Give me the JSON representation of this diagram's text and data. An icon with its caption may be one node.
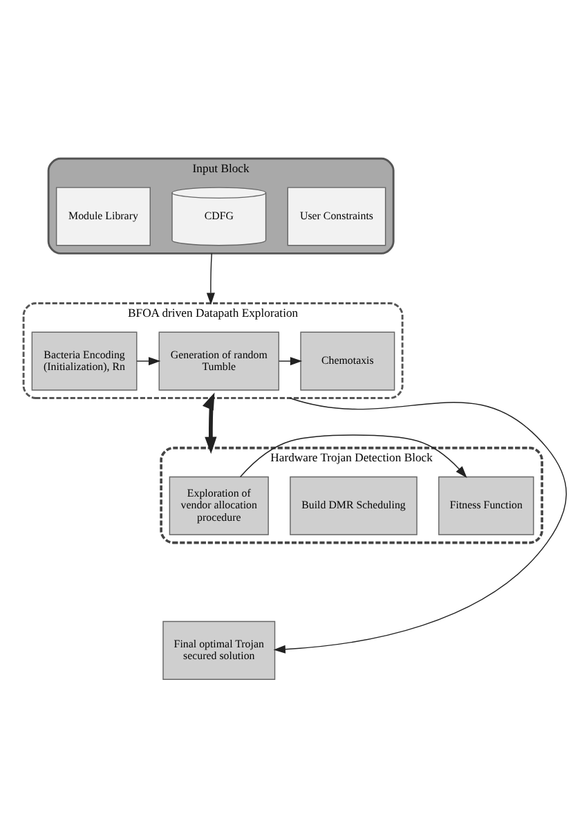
{
  "diagram": {
    "nodes": [
      {
        "text": [
          "Input Block"
        ]
      },
      {
        "text": [
          "Module Library"
        ],
        "in": 0
      },
      {
        "text": [
          "CDFG"
        ],
        "in": 0
      },
      {
        "text": [
          "User Constraints"
        ],
        "in": 0
      },
      {
        "text": [
          "BFOA driven Datapath Exploration"
        ]
      },
      {
        "text": [
          "Bacteria Encoding (Initialization), Rn"
        ],
        "in": 4
      },
      {
        "text": [
          "Generation of random Tumble"
        ],
        "in": 4
      },
      {
        "text": [
          "Chemotaxis"
        ],
        "in": 4
      },
      {
        "text": [
          "Hardware Trojan Detection Block"
        ]
      },
      {
        "text": [
          "Fitness Function"
        ],
        "in": 8
      },
      {
        "text": [
          "Exploration of vendor allocation procedure"
        ],
        "in": 8
      },
      {
        "text": [
          "Build DMR Scheduling"
        ],
        "in": 8
      },
      {
        "text": [
          "Final optimal Trojan secured solution"
        ]
      }
    ],
    "edges": [
      {
        "from": 0,
        "to": 4,
        "arrow": "to"
      },
      {
        "from": 5,
        "to": 6,
        "arrow": "to"
      },
      {
        "from": 6,
        "to": 7,
        "arrow": "to"
      },
      {
        "from": 4,
        "to": 8,
        "arrow": "both",
        "style": "thick"
      },
      {
        "from": 10,
        "to": 9,
        "arrow": "to"
      },
      {
        "from": 4,
        "to": 12,
        "arrow": "to"
      }
    ]
  }
}
